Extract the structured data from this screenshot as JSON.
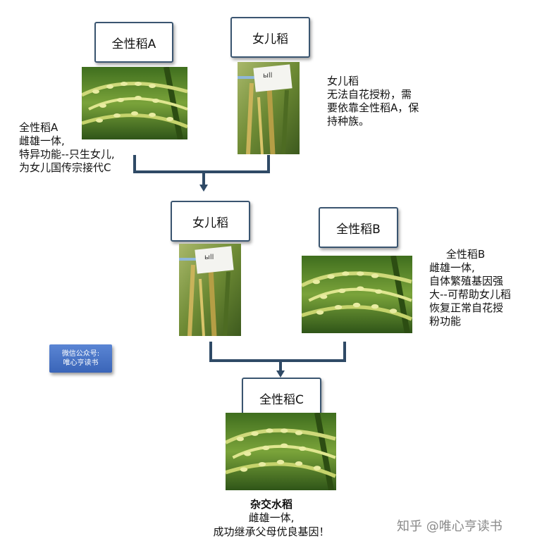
{
  "boxes": {
    "top_left": "全性稻A",
    "top_right": "女儿稻",
    "mid_left": "女儿稻",
    "mid_right": "全性稻B",
    "bottom": "全性稻C"
  },
  "notes": {
    "left": "全性稻A\n雌雄一体,\n特异功能--只生女儿,\n为女儿国传宗接代C",
    "top_right": "女儿稻\n无法自花授粉，需\n要依靠全性稻A，保\n持种族。",
    "mid_right": "     全性稻B\n雌雄一体,\n自体繁殖基因强\n大--可帮助女儿稻\n恢复正常自花授\n粉功能"
  },
  "photo_tag_text": "ыll",
  "badge": {
    "line1": "微信公众号:",
    "line2": "唯心亨读书"
  },
  "result": {
    "title": "杂交水稻",
    "line1": "雌雄一体,",
    "line2": "成功继承父母优良基因！"
  },
  "watermark": "知乎 @唯心亨读书",
  "colors": {
    "connector": "#2f4a66",
    "box_border": "#3a5570",
    "badge": "#4a75c8"
  }
}
